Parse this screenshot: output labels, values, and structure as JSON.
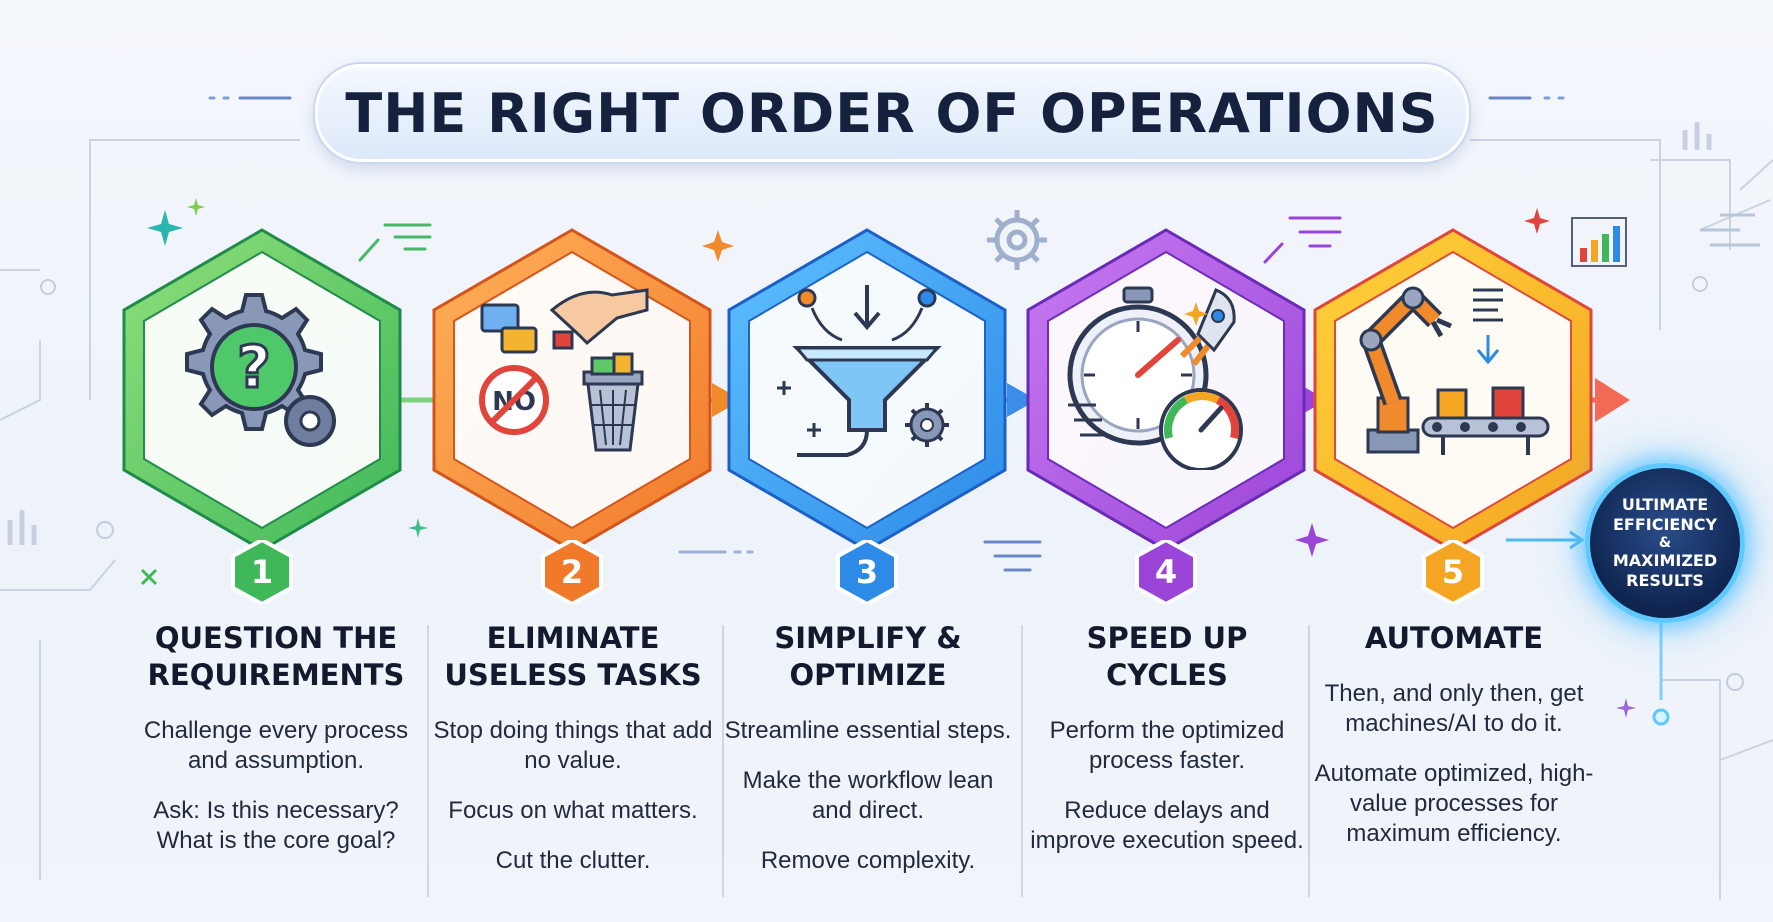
{
  "title": "THE RIGHT ORDER OF OPERATIONS",
  "steps": [
    {
      "number": "1",
      "heading": [
        "QUESTION THE",
        "REQUIREMENTS"
      ],
      "color": "#3fb85a",
      "paragraphs": [
        "Challenge every process and assumption.",
        "Ask: Is this necessary? What is the core goal?"
      ]
    },
    {
      "number": "2",
      "heading": [
        "ELIMINATE",
        "USELESS TASKS"
      ],
      "color": "#f07a2a",
      "paragraphs": [
        "Stop doing things that add no value.",
        "Focus on what matters.",
        "Cut the clutter."
      ],
      "icon_text": "NO"
    },
    {
      "number": "3",
      "heading": [
        "SIMPLIFY &",
        "OPTIMIZE"
      ],
      "color": "#2d8ae6",
      "paragraphs": [
        "Streamline essential steps.",
        "Make the workflow lean and direct.",
        "Remove complexity."
      ]
    },
    {
      "number": "4",
      "heading": [
        "SPEED UP",
        "CYCLES"
      ],
      "color": "#9b45d8",
      "paragraphs": [
        "Perform the optimized process faster.",
        "Reduce delays and improve execution speed."
      ]
    },
    {
      "number": "5",
      "heading": [
        "AUTOMATE"
      ],
      "color": "#f4a623",
      "paragraphs": [
        "Then, and only then, get machines/AI to do it.",
        "Automate optimized, high-value processes for maximum efficiency."
      ]
    }
  ],
  "goal": {
    "lines": [
      "ULTIMATE",
      "EFFICIENCY",
      "&",
      "MAXIMIZED",
      "RESULTS"
    ],
    "color": "#5ec8ff"
  },
  "icons": [
    "gear-question-icon",
    "hand-trash-no-icon",
    "funnel-icon",
    "stopwatch-rocket-icon",
    "robot-arm-conveyor-icon"
  ]
}
